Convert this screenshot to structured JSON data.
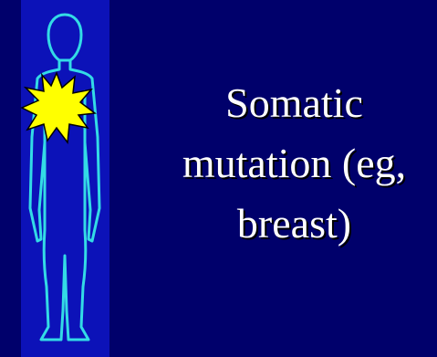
{
  "caption": {
    "lines": [
      "Somatic",
      "mutation (eg,",
      "breast)"
    ]
  },
  "colors": {
    "background": "#00006b",
    "figure_panel": "#0c12b8",
    "body_outline": "#33dbe6",
    "starburst_fill": "#ffff00",
    "caption_text": "#ffffff"
  },
  "icons": {
    "figure": "human-body-outline-icon",
    "mutation": "starburst-icon"
  }
}
